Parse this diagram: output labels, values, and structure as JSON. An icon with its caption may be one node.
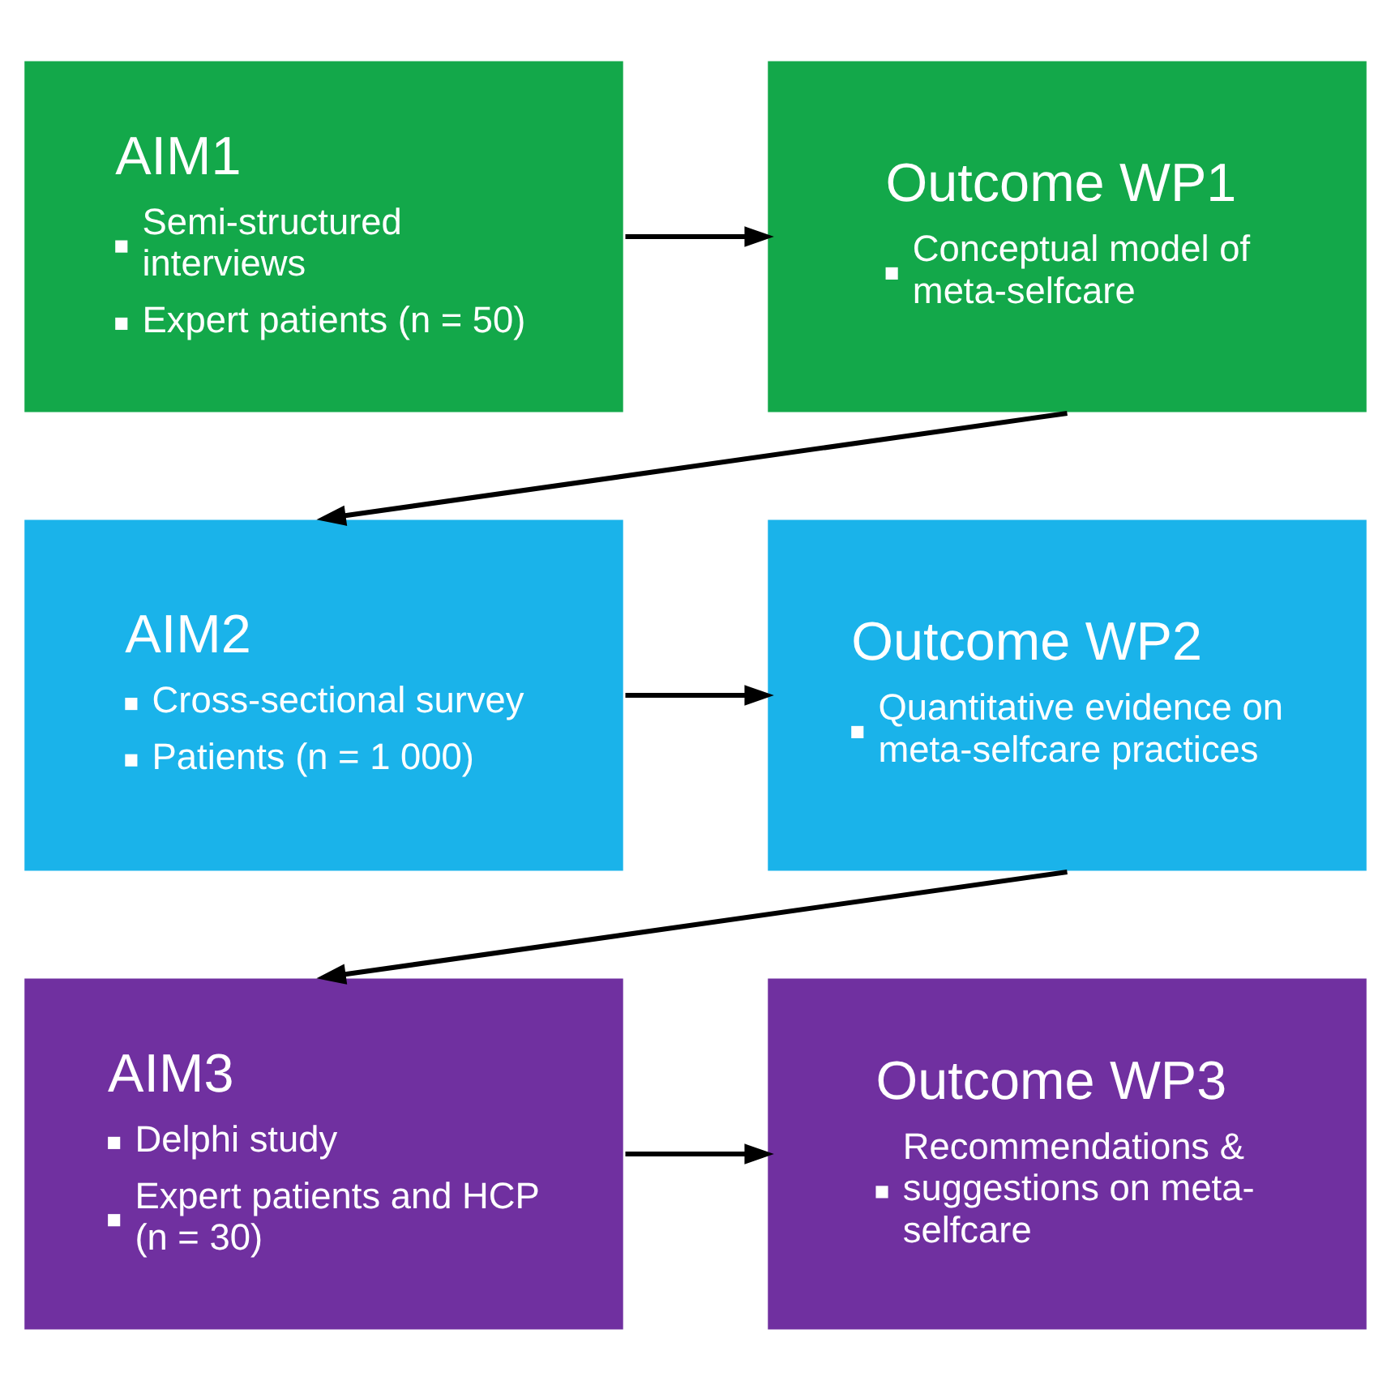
{
  "diagram": {
    "nodes": [
      {
        "text": [
          "AIM1",
          "Semi-structured interviews",
          "Expert patients (n = 50)"
        ]
      },
      {
        "text": [
          "Outcome WP1",
          "Conceptual model of meta-selfcare"
        ]
      },
      {
        "text": [
          "AIM2",
          "Cross-sectional survey",
          "Patients (n = 1 000)"
        ]
      },
      {
        "text": [
          "Outcome WP2",
          "Quantitative evidence on meta-selfcare practices"
        ]
      },
      {
        "text": [
          "AIM3",
          "Delphi study",
          "Expert patients and HCP (n = 30)"
        ]
      },
      {
        "text": [
          "Outcome WP3",
          "Recommendations & suggestions on meta-selfcare"
        ]
      }
    ],
    "edges": [
      {
        "from": 0,
        "to": 1,
        "arrow": "to"
      },
      {
        "from": 1,
        "to": 2,
        "arrow": "to"
      },
      {
        "from": 2,
        "to": 3,
        "arrow": "to"
      },
      {
        "from": 3,
        "to": 4,
        "arrow": "to"
      },
      {
        "from": 4,
        "to": 5,
        "arrow": "to"
      }
    ]
  }
}
